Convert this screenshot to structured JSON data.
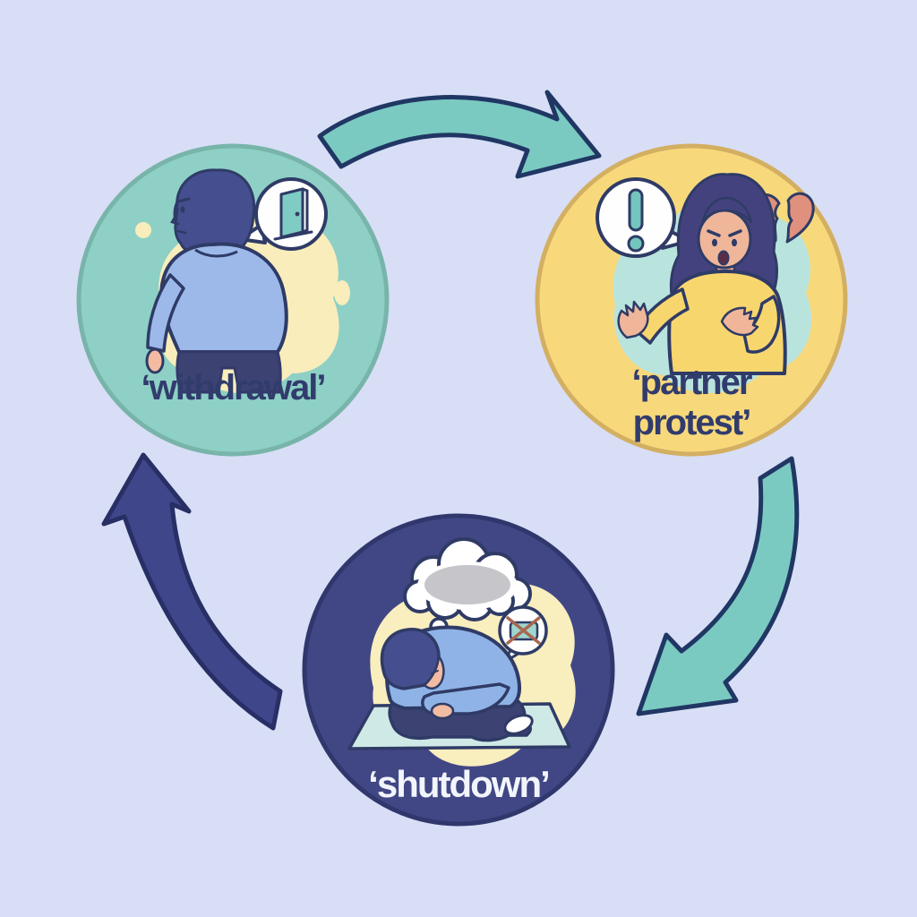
{
  "background_color": "#d8def6",
  "diagram_type": "circular-cycle",
  "nodes": [
    {
      "id": "withdrawal",
      "label": "‘withdrawal’",
      "circle_fill": "#8ed0c6",
      "circle_border": "#78b4aa",
      "label_color": "#313c6d",
      "illustration": "man-turning-away-figure",
      "icons": [
        "door-speech-bubble-icon"
      ]
    },
    {
      "id": "partner-protest",
      "label": "‘partner protest’",
      "circle_fill": "#f7d97c",
      "circle_border": "#d3af62",
      "label_color": "#313c6d",
      "illustration": "woman-protesting-figure",
      "icons": [
        "exclamation-speech-bubble-icon",
        "broken-heart-icon"
      ]
    },
    {
      "id": "shutdown",
      "label": "‘shutdown’",
      "circle_fill": "#414784",
      "circle_border": "#30376c",
      "label_color": "#f2f5fb",
      "illustration": "person-curled-up-figure",
      "icons": [
        "storm-cloud-thought-bubble-icon",
        "blocked-speech-bubble-icon"
      ]
    }
  ],
  "arrows": [
    {
      "from": "withdrawal",
      "to": "partner-protest",
      "fill": "#7bcac2",
      "outline": "#203764"
    },
    {
      "from": "partner-protest",
      "to": "shutdown",
      "fill": "#7bcac2",
      "outline": "#203764"
    },
    {
      "from": "shutdown",
      "to": "withdrawal",
      "fill": "#3f468a",
      "outline": "#272f65"
    }
  ]
}
